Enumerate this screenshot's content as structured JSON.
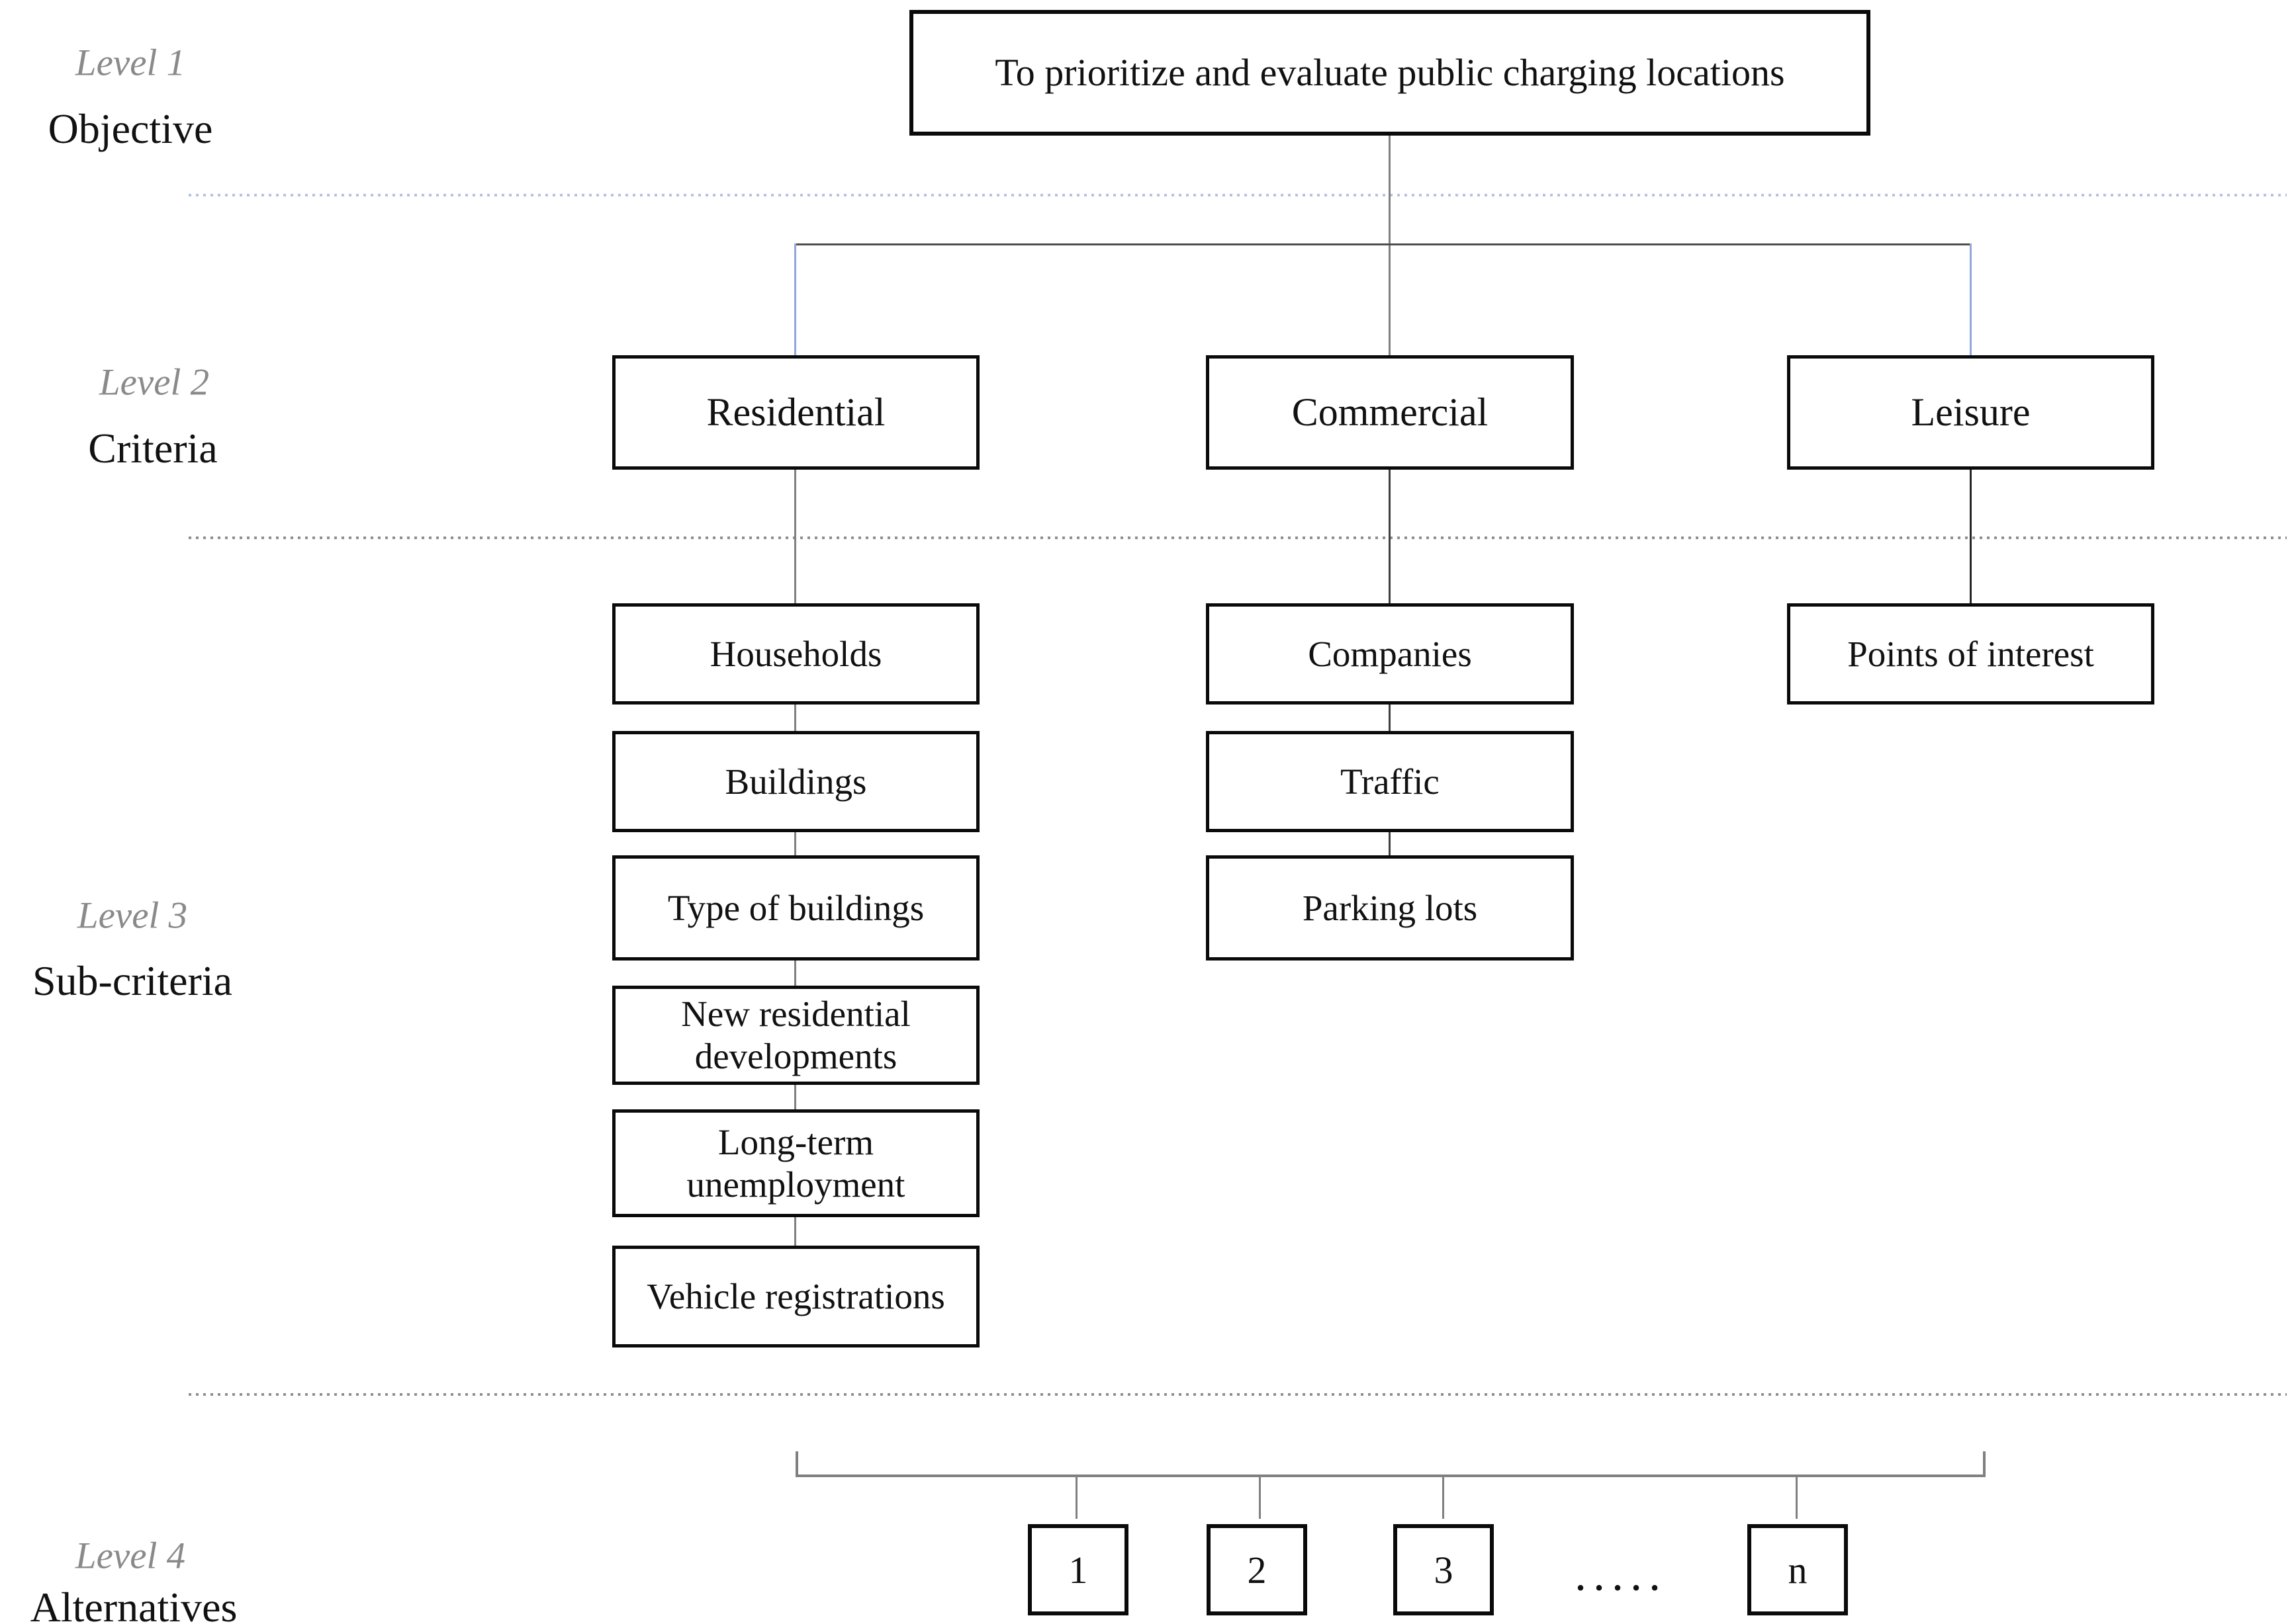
{
  "diagram": {
    "title_note": "AHP hierarchy of public charging location evaluation",
    "levels": [
      {
        "level_label": "Level 1",
        "category_label": "Objective"
      },
      {
        "level_label": "Level 2",
        "category_label": "Criteria"
      },
      {
        "level_label": "Level 3",
        "category_label": "Sub-criteria"
      },
      {
        "level_label": "Level 4",
        "category_label": "Alternatives"
      }
    ],
    "objective": {
      "text": "To prioritize and evaluate public charging locations"
    },
    "criteria": [
      {
        "label": "Residential",
        "sub_criteria": [
          "Households",
          "Buildings",
          "Type of buildings",
          "New residential developments",
          "Long-term unemployment",
          "Vehicle registrations"
        ]
      },
      {
        "label": "Commercial",
        "sub_criteria": [
          "Companies",
          "Traffic",
          "Parking lots"
        ]
      },
      {
        "label": "Leisure",
        "sub_criteria": [
          "Points of interest"
        ]
      }
    ],
    "alternatives": {
      "items": [
        "1",
        "2",
        "3",
        "n"
      ],
      "ellipsis": "....."
    }
  },
  "colors": {
    "box_border": "#0a0a0a",
    "connector_gray": "#808080",
    "connector_blue": "#92a8d8",
    "separator_blue": "#b4c3e6",
    "separator_gray": "#8f8f8f",
    "level_label_gray": "#8a8a8a"
  }
}
